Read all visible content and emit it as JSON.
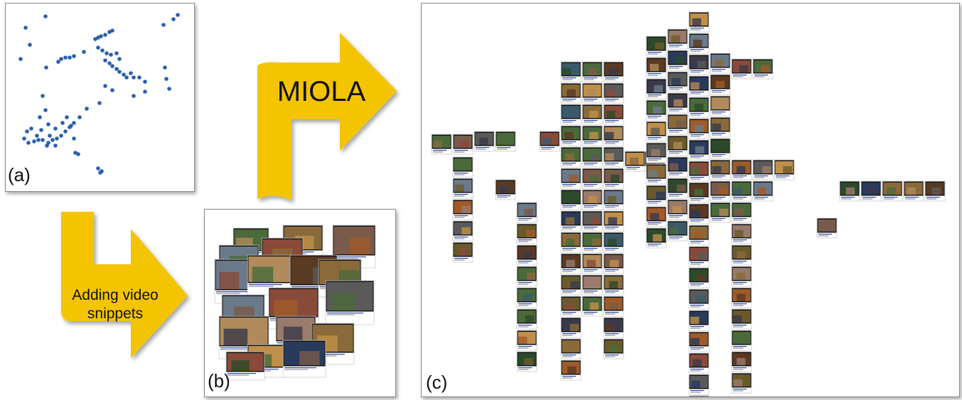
{
  "panels": {
    "a": {
      "label": "(a)"
    },
    "b": {
      "label": "(b)"
    },
    "c": {
      "label": "(c)"
    }
  },
  "arrows": {
    "miola": {
      "label": "MIOLA"
    },
    "snippets": {
      "line1": "Adding video",
      "line2": "snippets"
    }
  },
  "colors": {
    "arrow_fill": "#f4c400",
    "dot": "#2a5fad",
    "frame": "#8a8a8a"
  }
}
